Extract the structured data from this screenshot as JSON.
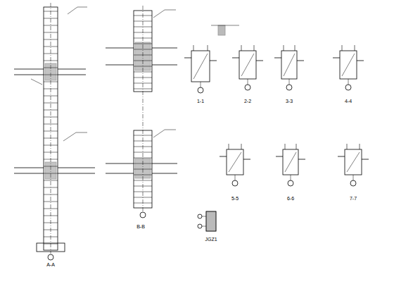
{
  "diagram": {
    "labels": [
      "A-A",
      "B-B",
      "1-1",
      "2-2",
      "3-3",
      "4-4",
      "5-5",
      "6-6",
      "7-7",
      "JGZ1"
    ]
  }
}
